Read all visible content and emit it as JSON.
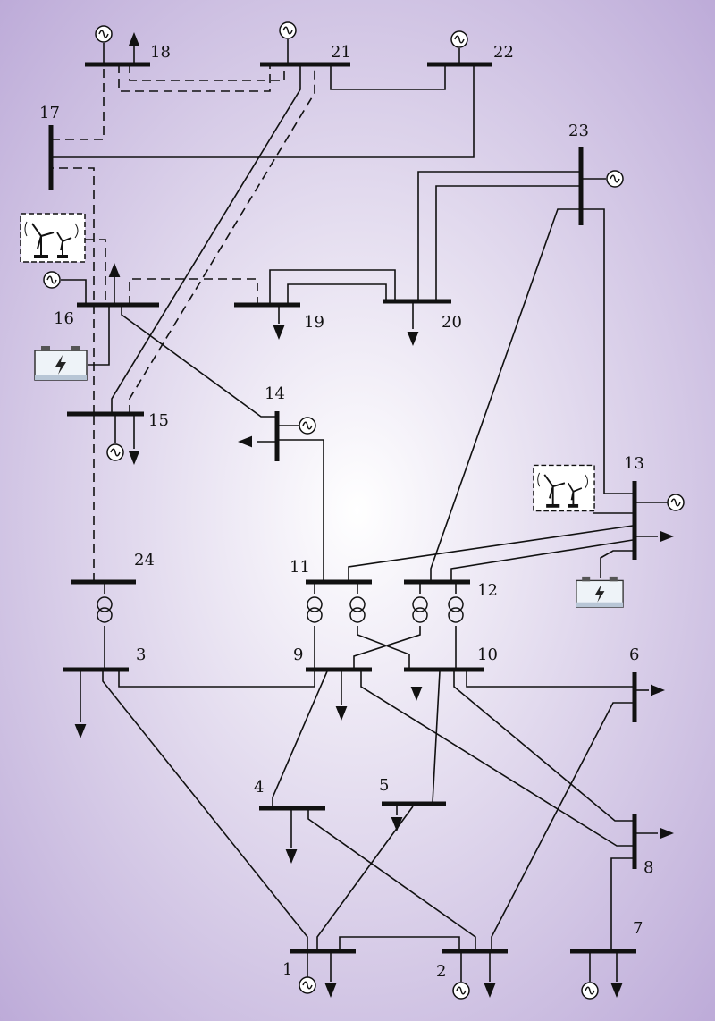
{
  "colors": {
    "background_outer": "#b9a6d6",
    "background_center": "#ffffff",
    "ink": "#111111",
    "icon_box": "#ffffff"
  },
  "buses": [
    {
      "id": "b1",
      "label": "1"
    },
    {
      "id": "b2",
      "label": "2"
    },
    {
      "id": "b3",
      "label": "3"
    },
    {
      "id": "b4",
      "label": "4"
    },
    {
      "id": "b5",
      "label": "5"
    },
    {
      "id": "b6",
      "label": "6"
    },
    {
      "id": "b7",
      "label": "7"
    },
    {
      "id": "b8",
      "label": "8"
    },
    {
      "id": "b9",
      "label": "9"
    },
    {
      "id": "b10",
      "label": "10"
    },
    {
      "id": "b11",
      "label": "11"
    },
    {
      "id": "b12",
      "label": "12"
    },
    {
      "id": "b13",
      "label": "13"
    },
    {
      "id": "b14",
      "label": "14"
    },
    {
      "id": "b15",
      "label": "15"
    },
    {
      "id": "b16",
      "label": "16"
    },
    {
      "id": "b17",
      "label": "17"
    },
    {
      "id": "b18",
      "label": "18"
    },
    {
      "id": "b19",
      "label": "19"
    },
    {
      "id": "b20",
      "label": "20"
    },
    {
      "id": "b21",
      "label": "21"
    },
    {
      "id": "b22",
      "label": "22"
    },
    {
      "id": "b23",
      "label": "23"
    },
    {
      "id": "b24",
      "label": "24"
    }
  ],
  "icons": {
    "generator": "generator-icon",
    "load": "load-arrow-icon",
    "transformer": "transformer-icon",
    "wind_farm": "wind-turbine-icon",
    "battery": "battery-storage-icon"
  }
}
